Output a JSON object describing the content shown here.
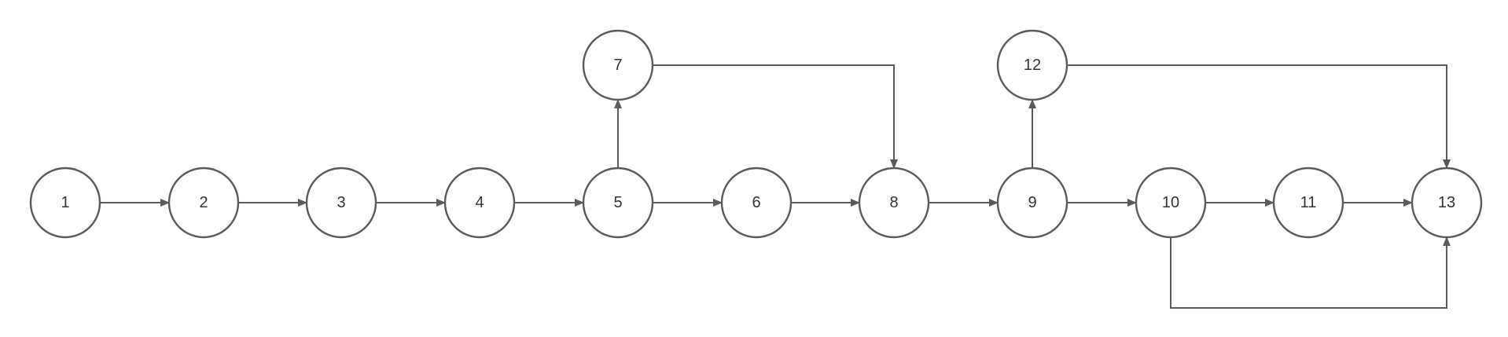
{
  "diagram": {
    "nodes": [
      {
        "id": "1",
        "label": "1"
      },
      {
        "id": "2",
        "label": "2"
      },
      {
        "id": "3",
        "label": "3"
      },
      {
        "id": "4",
        "label": "4"
      },
      {
        "id": "5",
        "label": "5"
      },
      {
        "id": "6",
        "label": "6"
      },
      {
        "id": "7",
        "label": "7"
      },
      {
        "id": "8",
        "label": "8"
      },
      {
        "id": "9",
        "label": "9"
      },
      {
        "id": "10",
        "label": "10"
      },
      {
        "id": "11",
        "label": "11"
      },
      {
        "id": "12",
        "label": "12"
      },
      {
        "id": "13",
        "label": "13"
      }
    ],
    "edges": [
      {
        "from": "1",
        "to": "2"
      },
      {
        "from": "2",
        "to": "3"
      },
      {
        "from": "3",
        "to": "4"
      },
      {
        "from": "4",
        "to": "5"
      },
      {
        "from": "5",
        "to": "6"
      },
      {
        "from": "5",
        "to": "7"
      },
      {
        "from": "6",
        "to": "8"
      },
      {
        "from": "7",
        "to": "8"
      },
      {
        "from": "8",
        "to": "9"
      },
      {
        "from": "9",
        "to": "10"
      },
      {
        "from": "9",
        "to": "12"
      },
      {
        "from": "10",
        "to": "11"
      },
      {
        "from": "10",
        "to": "13"
      },
      {
        "from": "11",
        "to": "13"
      },
      {
        "from": "12",
        "to": "13"
      }
    ],
    "colors": {
      "stroke": "#5a5a5a",
      "fill": "#ffffff",
      "label": "#333333"
    }
  }
}
